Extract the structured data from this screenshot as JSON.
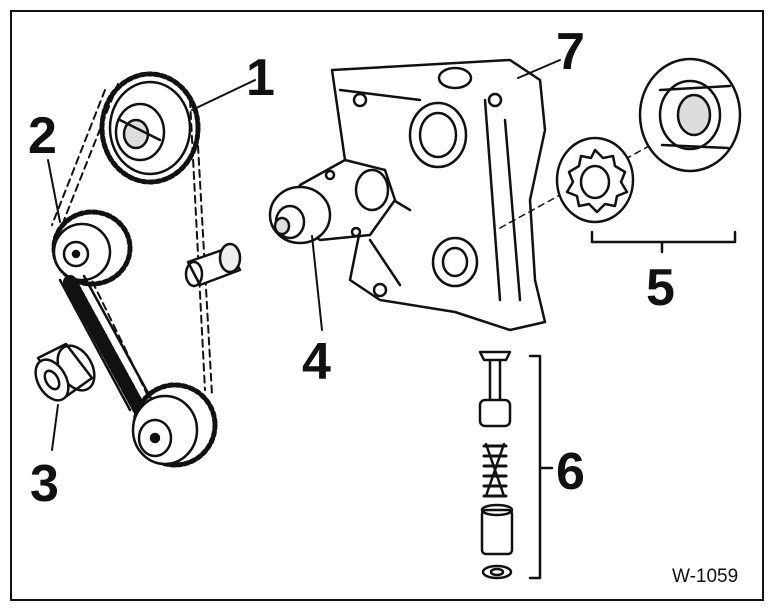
{
  "labels": {
    "l1": "1",
    "l2": "2",
    "l3": "3",
    "l4": "4",
    "l5": "5",
    "l6": "6",
    "l7": "7"
  },
  "figure_code": "W-1059",
  "colors": {
    "ink": "#111111",
    "paper": "#ffffff",
    "shade": "#bdbdbd"
  }
}
